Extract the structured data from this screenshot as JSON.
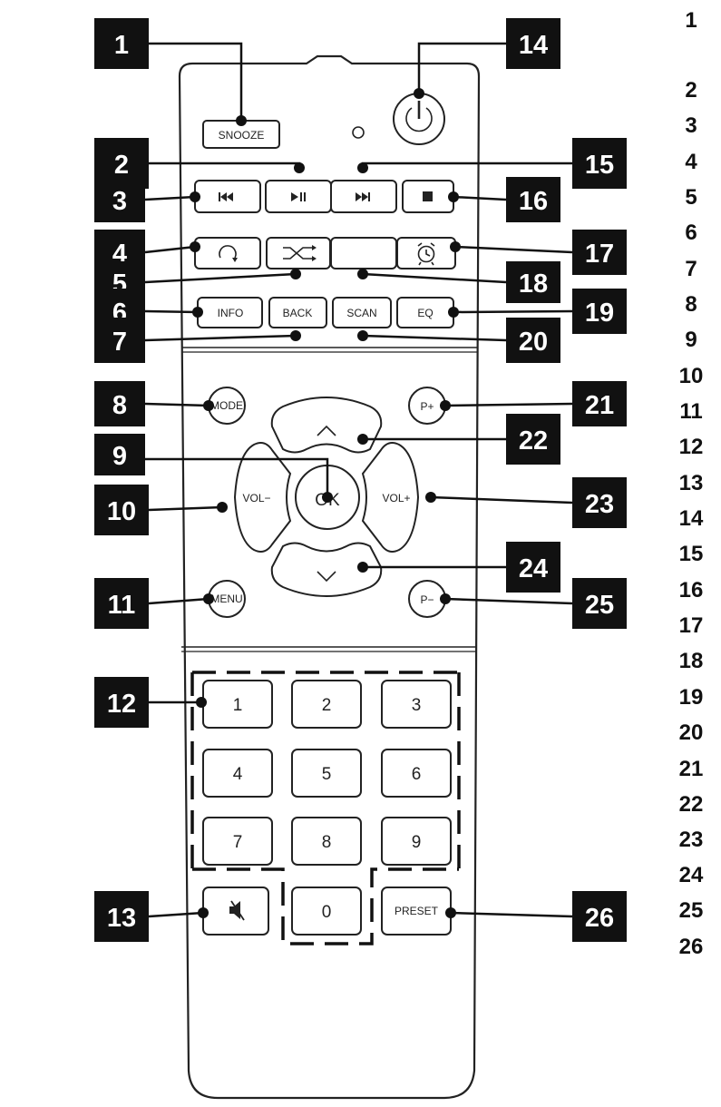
{
  "callouts": [
    {
      "n": "1"
    },
    {
      "n": "2"
    },
    {
      "n": "3"
    },
    {
      "n": "4"
    },
    {
      "n": "5"
    },
    {
      "n": "6"
    },
    {
      "n": "7"
    },
    {
      "n": "8"
    },
    {
      "n": "9"
    },
    {
      "n": "10"
    },
    {
      "n": "11"
    },
    {
      "n": "12"
    },
    {
      "n": "13"
    },
    {
      "n": "14"
    },
    {
      "n": "15"
    },
    {
      "n": "16"
    },
    {
      "n": "17"
    },
    {
      "n": "18"
    },
    {
      "n": "19"
    },
    {
      "n": "20"
    },
    {
      "n": "21"
    },
    {
      "n": "22"
    },
    {
      "n": "23"
    },
    {
      "n": "24"
    },
    {
      "n": "25"
    },
    {
      "n": "26"
    }
  ],
  "list": [
    "1",
    "2",
    "3",
    "4",
    "5",
    "6",
    "7",
    "8",
    "9",
    "10",
    "11",
    "12",
    "13",
    "14",
    "15",
    "16",
    "17",
    "18",
    "19",
    "20",
    "21",
    "22",
    "23",
    "24",
    "25",
    "26"
  ],
  "buttons": {
    "snooze": "SNOOZE",
    "info": "INFO",
    "back": "BACK",
    "scan": "SCAN",
    "eq": "EQ",
    "mode": "MODE",
    "menu": "MENU",
    "p_plus": "P+",
    "p_minus": "P−",
    "vol_minus": "VOL−",
    "vol_plus": "VOL+",
    "ok": "OK",
    "preset": "PRESET"
  },
  "keypad": [
    "1",
    "2",
    "3",
    "4",
    "5",
    "6",
    "7",
    "8",
    "9",
    "0"
  ],
  "icons": {
    "power": "power-icon",
    "prev": "previous-track-icon",
    "play_pause": "play-pause-icon",
    "next": "next-track-icon",
    "stop": "stop-icon",
    "repeat": "repeat-icon",
    "shuffle": "shuffle-icon",
    "sleep": "moon-sleep-icon",
    "alarm": "alarm-clock-icon",
    "mute": "mute-icon",
    "up": "chevron-up-icon",
    "down": "chevron-down-icon",
    "led": "indicator-led-icon"
  },
  "colors": {
    "callout_bg": "#111111",
    "callout_fg": "#ffffff",
    "line": "#222222",
    "background": "#ffffff"
  }
}
